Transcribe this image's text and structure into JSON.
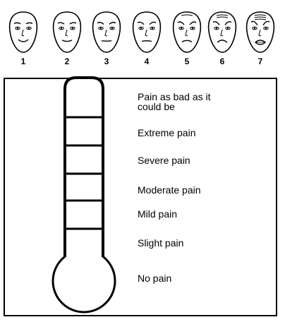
{
  "faces": [
    {
      "number": "1",
      "icon": "face-1-no-pain-icon"
    },
    {
      "number": "2",
      "icon": "face-2-icon"
    },
    {
      "number": "3",
      "icon": "face-3-icon"
    },
    {
      "number": "4",
      "icon": "face-4-icon"
    },
    {
      "number": "5",
      "icon": "face-5-icon"
    },
    {
      "number": "6",
      "icon": "face-6-icon"
    },
    {
      "number": "7",
      "icon": "face-7-worst-pain-icon"
    }
  ],
  "scale_labels": [
    "Pain as bad as it could be",
    "Extreme pain",
    "Severe pain",
    "Moderate pain",
    "Mild pain",
    "Slight pain",
    "No pain"
  ],
  "colors": {
    "ink": "#000000",
    "background": "#ffffff"
  }
}
